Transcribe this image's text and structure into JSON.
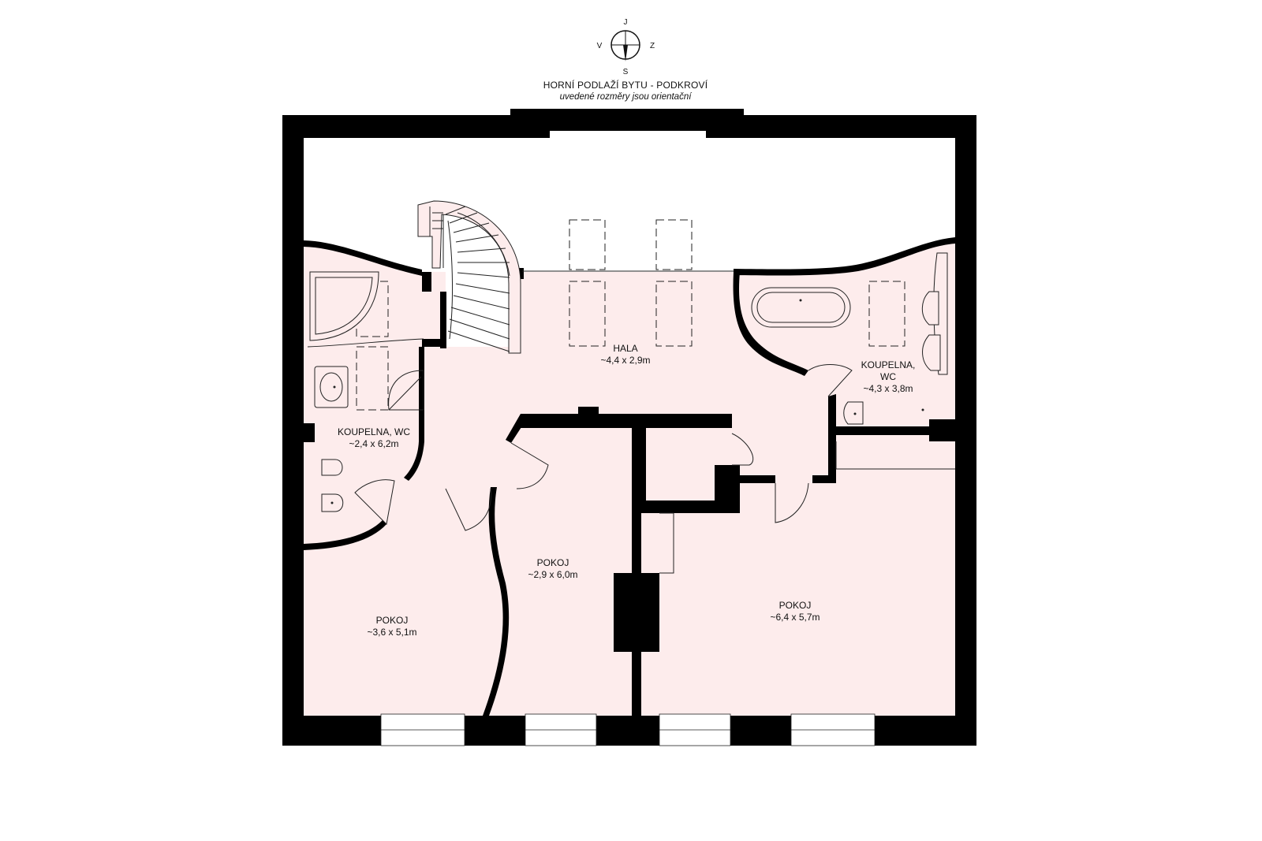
{
  "compass": {
    "north": "J",
    "south": "S",
    "west": "V",
    "east": "Z"
  },
  "header": {
    "title": "HORNÍ PODLAŽÍ BYTU - PODKROVÍ",
    "subtitle": "uvedené rozměry jsou orientační"
  },
  "rooms": [
    {
      "key": "hala",
      "name": "HALA",
      "size": "~4,4 x 2,9m"
    },
    {
      "key": "bath-left",
      "name": "KOUPELNA, WC",
      "size": "~2,4 x 6,2m"
    },
    {
      "key": "bath-right",
      "name_line1": "KOUPELNA,",
      "name_line2": "WC",
      "size": "~4,3 x 3,8m"
    },
    {
      "key": "room-middle",
      "name": "POKOJ",
      "size": "~2,9 x 6,0m"
    },
    {
      "key": "room-left",
      "name": "POKOJ",
      "size": "~3,6 x 5,1m"
    },
    {
      "key": "room-right",
      "name": "POKOJ",
      "size": "~6,4 x 5,7m"
    }
  ],
  "colors": {
    "floor": "#fdecec",
    "wall": "#000000",
    "background": "#ffffff"
  }
}
